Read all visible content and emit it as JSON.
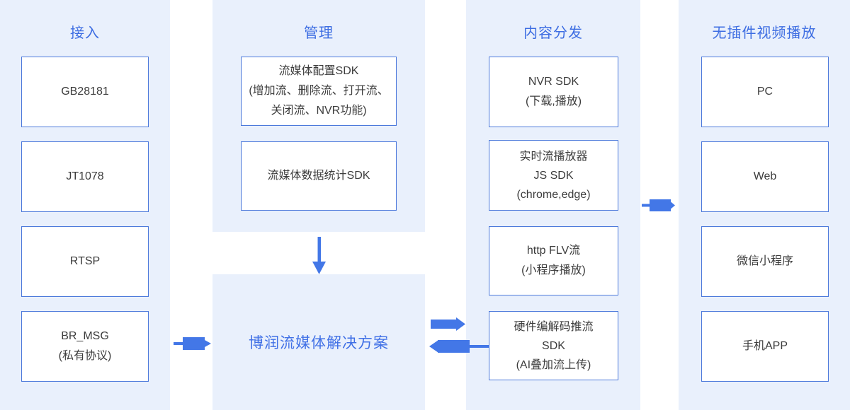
{
  "palette": {
    "page_bg": "#ffffff",
    "panel_bg": "#e9f0fc",
    "accent_blue": "#3d6de2",
    "box_border": "#4c79db",
    "box_text": "#3c3c3c",
    "arrow_blue": "#4377e7"
  },
  "columns": [
    {
      "title": "接入",
      "boxes": [
        {
          "text": "GB28181"
        },
        {
          "text": "JT1078"
        },
        {
          "text": "RTSP"
        },
        {
          "text": "BR_MSG\n(私有协议)"
        }
      ]
    },
    {
      "title": "管理",
      "boxes": [
        {
          "text": "流媒体配置SDK\n(增加流、删除流、打开流、\n关闭流、NVR功能)"
        },
        {
          "text": "流媒体数据统计SDK"
        }
      ],
      "solution": "博润流媒体解决方案"
    },
    {
      "title": "内容分发",
      "boxes": [
        {
          "text": "NVR SDK\n(下载,播放)"
        },
        {
          "text": "实时流播放器\nJS SDK\n(chrome,edge)"
        },
        {
          "text": "http FLV流\n(小程序播放)"
        },
        {
          "text": "硬件编解码推流\nSDK\n(AI叠加流上传)"
        }
      ]
    },
    {
      "title": "无插件视频播放",
      "boxes": [
        {
          "text": "PC"
        },
        {
          "text": "Web"
        },
        {
          "text": "微信小程序"
        },
        {
          "text": "手机APP"
        }
      ]
    }
  ],
  "arrows": [
    {
      "name": "access-to-solution",
      "direction": "right"
    },
    {
      "name": "management-to-solution",
      "direction": "down"
    },
    {
      "name": "solution-to-distribution",
      "direction": "right"
    },
    {
      "name": "distribution-to-solution",
      "direction": "left"
    },
    {
      "name": "distribution-to-playback",
      "direction": "right"
    }
  ]
}
